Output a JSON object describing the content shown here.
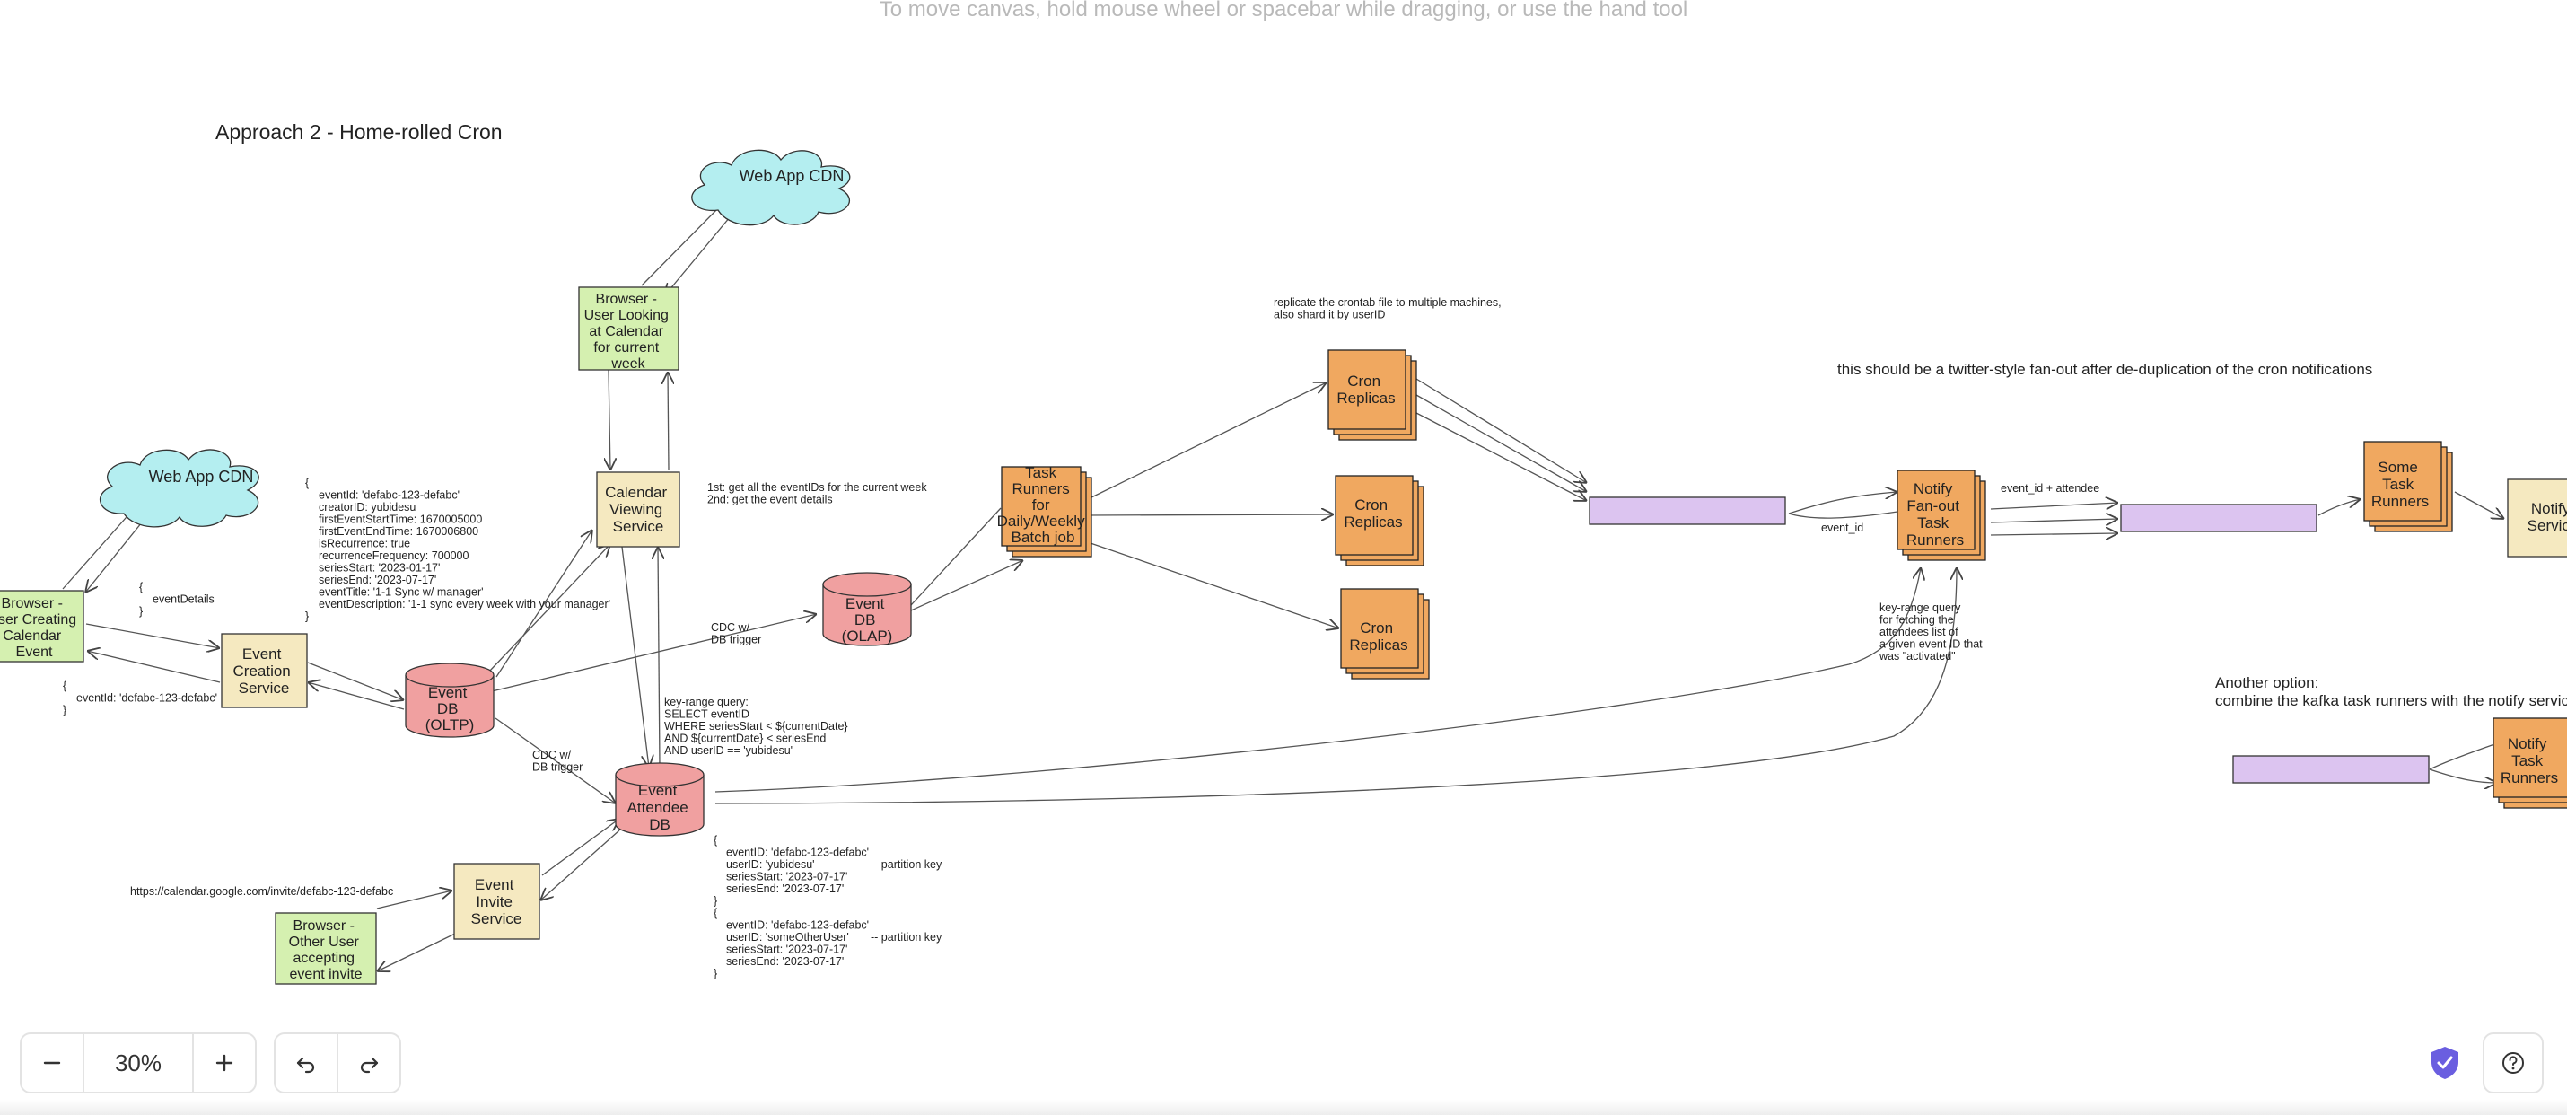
{
  "canvas": {
    "hint": "To move canvas, hold mouse wheel or spacebar while dragging, or use the hand tool",
    "title": "Approach 2 - Home-rolled Cron"
  },
  "colors": {
    "green": "#d5f0b0",
    "cream": "#f5e9c0",
    "orange": "#f0a860",
    "pink": "#f0a0a0",
    "cyan": "#b4eef0",
    "purple": "#dcc4f0"
  },
  "nodes": {
    "cdn_top": "Web App CDN",
    "cdn_left": "Web App CDN",
    "browser_looking": [
      "Browser -",
      "User Looking",
      "at Calendar",
      "for current",
      "week"
    ],
    "calendar_viewing": [
      "Calendar",
      "Viewing",
      "Service"
    ],
    "browser_creating": [
      "Browser -",
      "User Creating",
      "Calendar",
      "Event"
    ],
    "event_creation": [
      "Event",
      "Creation",
      "Service"
    ],
    "event_db": [
      "Event",
      "DB",
      "(OLTP)"
    ],
    "olap_db": [
      "Event",
      "DB",
      "(OLAP)"
    ],
    "attendee_db": [
      "Event",
      "Attendee",
      "DB"
    ],
    "event_invite": [
      "Event",
      "Invite",
      "Service"
    ],
    "browser_other": [
      "Browser -",
      "Other User",
      "accepting",
      "event invite"
    ],
    "task_runners": [
      "Task",
      "Runners",
      "for",
      "Daily/Weekly",
      "Batch job"
    ],
    "cron_replicas": [
      "Cron",
      "Replicas"
    ],
    "notify_fanout": [
      "Notify",
      "Fan-out",
      "Task",
      "Runners"
    ],
    "some_task": [
      "Some",
      "Task",
      "Runners"
    ],
    "notify_service": [
      "Notify",
      "Service"
    ],
    "notify_task": [
      "Notify",
      "Task",
      "Runners"
    ]
  },
  "annotations": {
    "event_json": [
      "{",
      "eventId: 'defabc-123-defabc'",
      "creatorID: yubidesu",
      "firstEventStartTime: 1670005000",
      "firstEventEndTime: 1670006800",
      "",
      "isRecurrence: true",
      "recurrenceFrequency: 700000",
      "seriesStart: '2023-01-17'",
      "seriesEnd: '2023-07-17'",
      "",
      "eventTitle: '1-1 Sync w/ manager'",
      "eventDescription: '1-1 sync every week with your manager'",
      "}"
    ],
    "event_details": [
      "{",
      "eventDetails",
      "}"
    ],
    "event_id_resp": [
      "{",
      "eventId: 'defabc-123-defabc'",
      "}"
    ],
    "first_second": [
      "1st: get all the eventIDs for the current week",
      "2nd: get the event details"
    ],
    "cdc_top": [
      "CDC w/",
      "DB trigger"
    ],
    "cdc_bottom": [
      "CDC w/",
      "DB trigger"
    ],
    "key_range_query": [
      "key-range query:",
      "SELECT eventID",
      "WHERE seriesStart < ${currentDate}",
      "AND ${currentDate} < seriesEnd",
      "AND userID == 'yubidesu'"
    ],
    "attendee_json": [
      "{",
      "eventID: 'defabc-123-defabc'",
      "userID: 'yubidesu'",
      "seriesStart: '2023-07-17'",
      "seriesEnd: '2023-07-17'",
      "}",
      "{",
      "eventID: 'defabc-123-defabc'",
      "userID: 'someOtherUser'",
      "seriesStart: '2023-07-17'",
      "seriesEnd: '2023-07-17'",
      "}"
    ],
    "partition_key_1": "--     partition key",
    "partition_key_2": "--     partition key",
    "invite_url": "https://calendar.google.com/invite/defabc-123-defabc",
    "replicate_note": [
      "replicate the crontab file to multiple machines,",
      "also shard it by userID"
    ],
    "twitter_note": "this should be a twitter-style fan-out after de-duplication of the cron notifications",
    "event_id_label": "event_id",
    "event_id_attendee": "event_id + attendee",
    "key_range_fetch": [
      "key-range query",
      "for fetching the",
      "attendees list of",
      "a given event ID that",
      "was \"activated\""
    ],
    "another_option": [
      "Another option:",
      "combine the kafka task runners with the notify service"
    ]
  },
  "toolbar": {
    "zoom_out_icon": "minus-icon",
    "zoom_level": "30%",
    "zoom_in_icon": "plus-icon",
    "undo_icon": "undo-icon",
    "redo_icon": "redo-icon",
    "shield_icon": "shield-check-icon",
    "help_icon": "help-icon"
  }
}
